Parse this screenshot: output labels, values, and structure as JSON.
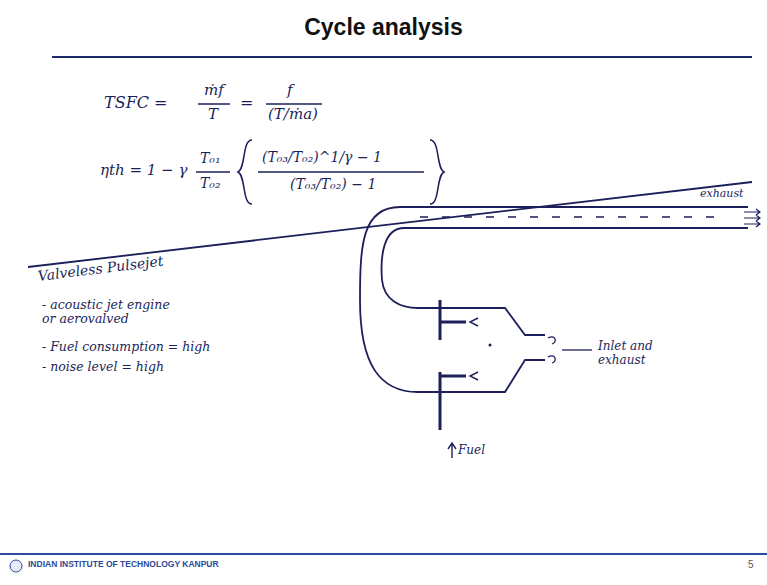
{
  "diagram": {
    "title": "Cycle analysis",
    "labels": [
      "TSFC =",
      "ṁf",
      "T",
      "=",
      "f",
      "(T/ṁa)",
      "ηth = 1 − γ",
      "T₀₁",
      "T₀₂",
      "(T₀₃/T₀₂)^1/γ − 1",
      "(T₀₃/T₀₂) − 1",
      "Valveless Pulsejet",
      "- acoustic jet engine or aerovalved",
      "- Fuel consumption = high",
      "- noise level = high",
      "exhaust",
      "Inlet and exhaust",
      "Fuel",
      "INDIAN INSTITUTE OF TECHNOLOGY KANPUR",
      "5"
    ]
  }
}
